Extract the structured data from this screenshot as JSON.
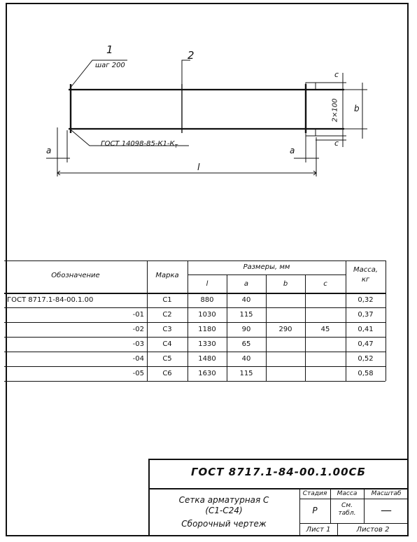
{
  "drawing": {
    "callout_1": "1",
    "callout_2": "2",
    "step_label": "шаг 200",
    "wire_spec": "ГОСТ 14098-85-К1-К",
    "wire_spec_sub": "Т",
    "dim_c_top": "c",
    "dim_c_bottom": "c",
    "dim_2x100": "2×100",
    "dim_b": "b",
    "dim_a_left": "a",
    "dim_a_right": "a",
    "dim_l": "l"
  },
  "table": {
    "col_designation": "Обозначение",
    "col_mark": "Марка",
    "col_sizes": "Размеры, мм",
    "col_l": "l",
    "col_a": "a",
    "col_b": "b",
    "col_c": "c",
    "col_mass": "Масса,",
    "col_mass_unit": "кг",
    "b_value": "290",
    "c_value": "45",
    "rows": [
      {
        "designation": "ГОСТ 8717.1-84-00.1.00",
        "mark": "С1",
        "l": "880",
        "a": "40",
        "mass": "0,32"
      },
      {
        "designation": "-01",
        "mark": "С2",
        "l": "1030",
        "a": "115",
        "mass": "0,37"
      },
      {
        "designation": "-02",
        "mark": "С3",
        "l": "1180",
        "a": "90",
        "mass": "0,41"
      },
      {
        "designation": "-03",
        "mark": "С4",
        "l": "1330",
        "a": "65",
        "mass": "0,47"
      },
      {
        "designation": "-04",
        "mark": "С5",
        "l": "1480",
        "a": "40",
        "mass": "0,52"
      },
      {
        "designation": "-05",
        "mark": "С6",
        "l": "1630",
        "a": "115",
        "mass": "0,58"
      }
    ]
  },
  "title_block": {
    "doc_code": "ГОСТ 8717.1-84-00.1.00СБ",
    "name_line1": "Сетка арматурная С",
    "name_line2": "(С1-С24)",
    "name_line3": "Сборочный чертеж",
    "stage_label": "Стадия",
    "mass_label": "Масса",
    "scale_label": "Масштаб",
    "stage_value": "Р",
    "mass_value_1": "См.",
    "mass_value_2": "табл.",
    "scale_value": "—",
    "sheet_label": "Лист 1",
    "sheets_label": "Листов 2"
  }
}
